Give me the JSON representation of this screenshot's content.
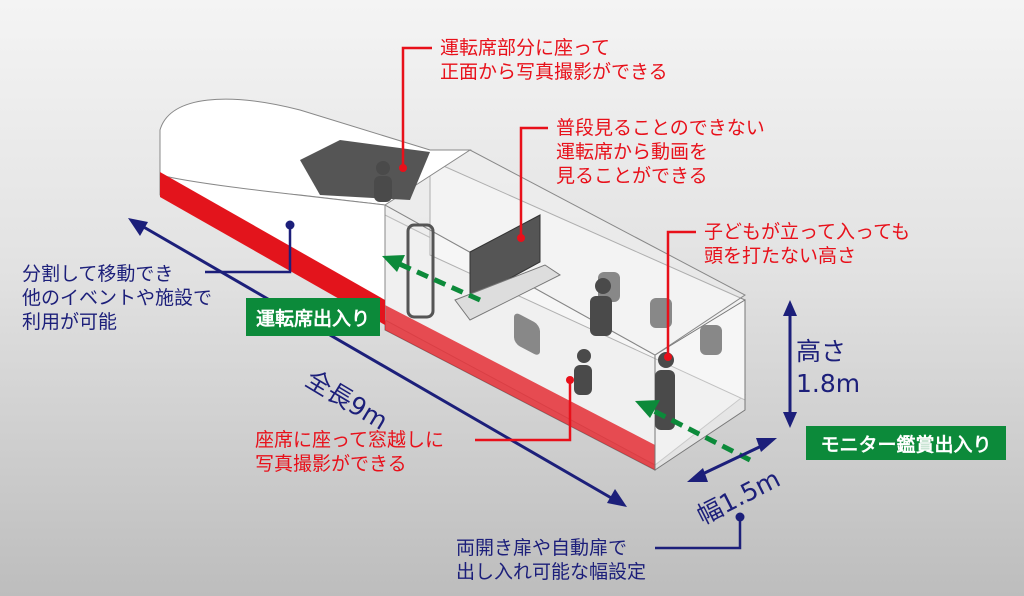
{
  "callouts": {
    "driver_seat_photo": [
      "運転席部分に座って",
      "正面から写真撮影ができる"
    ],
    "driver_video": [
      "普段見ることのできない",
      "運転席から動画を",
      "見ることができる"
    ],
    "height_note": [
      "子どもが立って入っても",
      "頭を打たない高さ"
    ],
    "divisible": [
      "分割して移動でき",
      "他のイベントや施設で",
      "利用が可能"
    ],
    "seat_window": [
      "座席に座って窓越しに",
      "写真撮影ができる"
    ],
    "doors": [
      "両開き扉や自動扉で",
      "出し入れ可能な幅設定"
    ]
  },
  "badges": {
    "driver_entrance": "運転席出入り",
    "monitor_entrance": "モニター鑑賞出入り"
  },
  "dimensions": {
    "length": "全長9m",
    "height_label": "高さ",
    "height_value": "1.8m",
    "width": "幅1.5m"
  },
  "colors": {
    "callout_red": "#e8101a",
    "dimension_blue": "#1c1f7a",
    "badge_green": "#0c8a3a",
    "body_stripe": "#e3141c"
  }
}
